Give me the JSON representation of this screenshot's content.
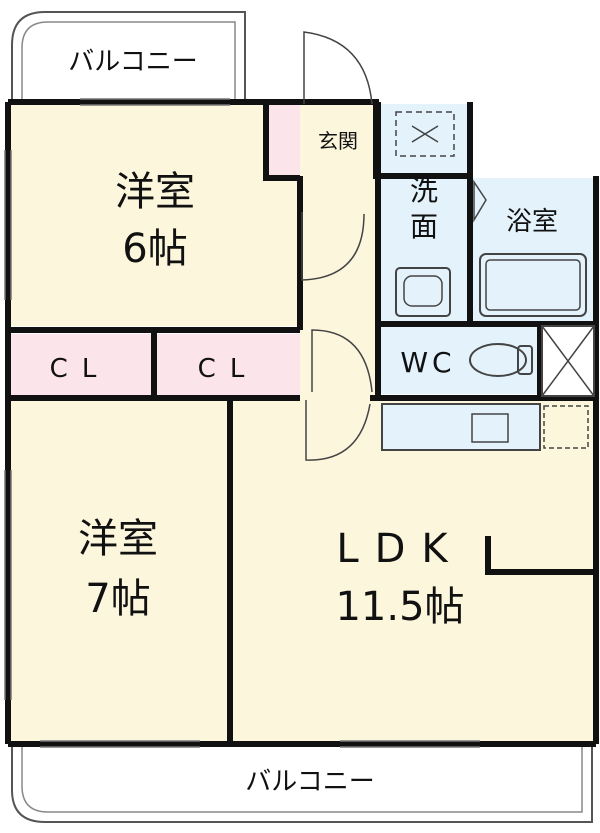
{
  "labels": {
    "balcony_top": "バルコニー",
    "balcony_bottom": "バルコニー",
    "genkan": "玄関",
    "senmen_1": "洗",
    "senmen_2": "面",
    "bath": "浴室",
    "wc": "WC",
    "room1_name": "洋室",
    "room1_size": "6帖",
    "room2_name": "洋室",
    "room2_size": "7帖",
    "cl1": "CL",
    "cl2": "CL",
    "ldk_name": "LDK",
    "ldk_size": "11.5帖"
  },
  "colors": {
    "room": "#fbf6dc",
    "closet": "#fbe4ea",
    "wet": "#e3f2fb",
    "wall": "#111111",
    "line": "#444444"
  }
}
